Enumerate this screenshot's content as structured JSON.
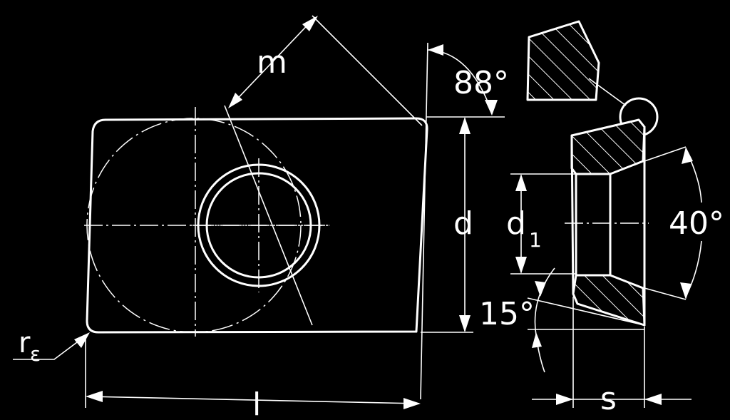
{
  "labels": {
    "m": "m",
    "angle_88": "88°",
    "d": "d",
    "d1_main": "d",
    "d1_sub": "1",
    "angle_40": "40°",
    "angle_15": "15°",
    "r_main": "r",
    "r_sub": "ε",
    "l": "l",
    "s": "s"
  }
}
